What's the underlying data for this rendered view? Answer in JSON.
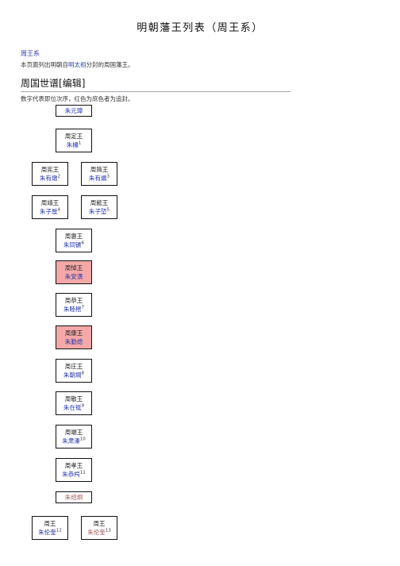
{
  "page_title": "明朝藩王列表（周王系）",
  "family_link": "周王系",
  "intro": {
    "before": "本页面列出明朝自",
    "link": "明太祖",
    "after": "分封的周国藩王。"
  },
  "section": {
    "title": "周国世谱",
    "edit": "[编辑]"
  },
  "note": "数字代表即位次序，红色为庶色者为追封。",
  "nodes": [
    {
      "title": "",
      "name": "朱元璋",
      "order": ""
    },
    {
      "title": "周定王",
      "name": "朱橚",
      "order": "1"
    },
    {
      "title": "周宪王",
      "name": "朱有燉",
      "order": "2"
    },
    {
      "title": "周简王",
      "name": "朱有爝",
      "order": "3"
    },
    {
      "title": "周靖王",
      "name": "朱子垕",
      "order": "4"
    },
    {
      "title": "周懿王",
      "name": "朱子埅",
      "order": "5"
    },
    {
      "title": "周惠王",
      "name": "朱同镳",
      "order": "6"
    },
    {
      "title": "周悼王",
      "name": "朱安潢",
      "order": ""
    },
    {
      "title": "周恭王",
      "name": "朱睦樒",
      "order": "7"
    },
    {
      "title": "周康王",
      "name": "朱勤熄",
      "order": ""
    },
    {
      "title": "周庄王",
      "name": "朱朝堈",
      "order": "8"
    },
    {
      "title": "周敬王",
      "name": "朱在铤",
      "order": "9"
    },
    {
      "title": "周端王",
      "name": "朱肃溱",
      "order": "10"
    },
    {
      "title": "周孝王",
      "name": "朱恭枵",
      "order": "11"
    },
    {
      "title": "",
      "name": "朱绍炯",
      "order": ""
    },
    {
      "title": "周王",
      "name": "朱伦奎",
      "order": "12"
    },
    {
      "title": "周王",
      "name": "朱伦奎",
      "order": "13"
    }
  ]
}
